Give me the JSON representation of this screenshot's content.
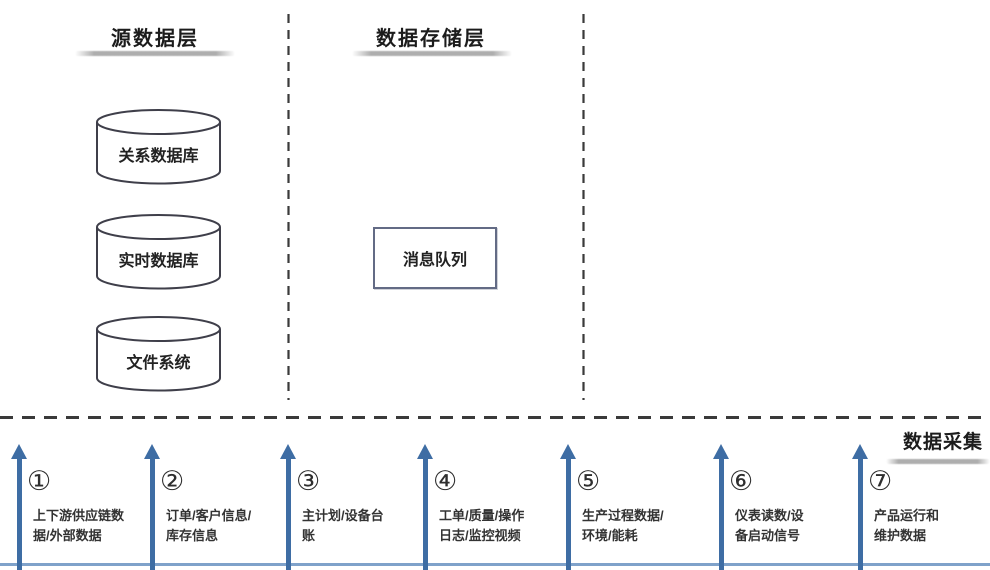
{
  "layers": {
    "source": {
      "title": "源数据层"
    },
    "storage": {
      "title": "数据存储层"
    }
  },
  "source_nodes": [
    {
      "type": "database-cylinder",
      "label": "关系数据库"
    },
    {
      "type": "database-cylinder",
      "label": "实时数据库"
    },
    {
      "type": "database-cylinder",
      "label": "文件系统"
    }
  ],
  "storage_nodes": [
    {
      "type": "box",
      "label": "消息队列"
    }
  ],
  "collection": {
    "title": "数据采集",
    "channels": [
      {
        "num": "①",
        "lines": [
          "上下游供应链数",
          "据/外部数据"
        ]
      },
      {
        "num": "②",
        "lines": [
          "订单/客户信息/",
          "库存信息"
        ]
      },
      {
        "num": "③",
        "lines": [
          "主计划/设备台",
          "账"
        ]
      },
      {
        "num": "④",
        "lines": [
          "工单/质量/操作",
          "日志/监控视频"
        ]
      },
      {
        "num": "⑤",
        "lines": [
          "生产过程数据/",
          "环境/能耗"
        ]
      },
      {
        "num": "⑥",
        "lines": [
          "仪表读数/设",
          "备启动信号"
        ]
      },
      {
        "num": "⑦",
        "lines": [
          "产品运行和",
          "维护数据"
        ]
      }
    ]
  },
  "colors": {
    "arrow": "#3e6da4",
    "bottomline": "#7fa2ca",
    "dash": "#3a3a3a",
    "node_border": "#3f3f4a"
  }
}
